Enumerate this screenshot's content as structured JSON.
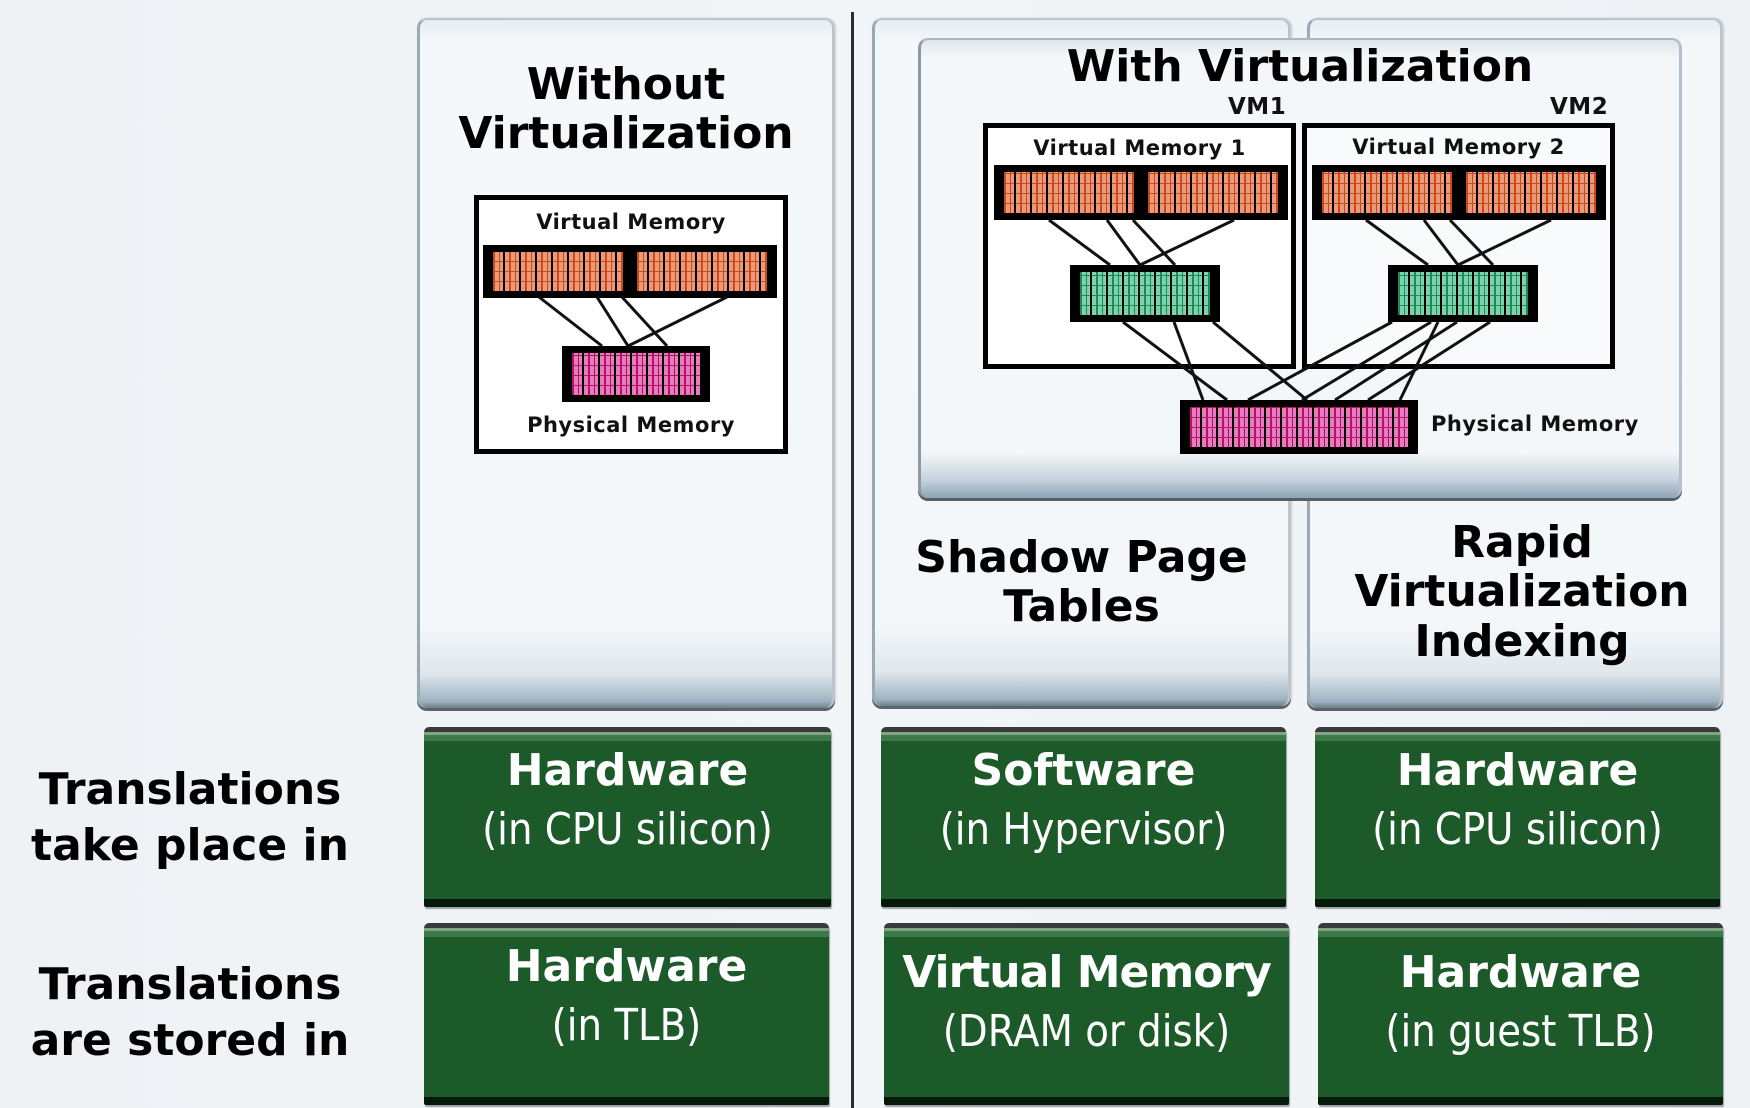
{
  "columns": {
    "without": {
      "title_line1": "Without",
      "title_line2": "Virtualization"
    },
    "with": {
      "title": "With Virtualization"
    },
    "shadow": {
      "title_line1": "Shadow Page",
      "title_line2": "Tables"
    },
    "rvi": {
      "title_line1": "Rapid",
      "title_line2": "Virtualization",
      "title_line3": "Indexing"
    }
  },
  "diagram_without": {
    "virtual_memory_label": "Virtual Memory",
    "physical_memory_label": "Physical Memory"
  },
  "diagram_with": {
    "vm1_label": "VM1",
    "vm2_label": "VM2",
    "virtual_memory_1_label": "Virtual Memory 1",
    "virtual_memory_2_label": "Virtual Memory 2",
    "physical_memory_label": "Physical Memory"
  },
  "rows": [
    {
      "label_line1": "Translations",
      "label_line2": "take place in",
      "cells": [
        {
          "title": "Hardware",
          "sub": "(in CPU silicon)"
        },
        {
          "title": "Software",
          "sub": "(in Hypervisor)"
        },
        {
          "title": "Hardware",
          "sub": "(in CPU silicon)"
        }
      ]
    },
    {
      "label_line1": "Translations",
      "label_line2": "are stored in",
      "cells": [
        {
          "title": "Hardware",
          "sub": "(in TLB)"
        },
        {
          "title": "Virtual Memory",
          "sub": "(DRAM or disk)"
        },
        {
          "title": "Hardware",
          "sub": "(in guest TLB)"
        }
      ]
    }
  ],
  "colors": {
    "green_box": "#1c5a2a",
    "virtual_memory": "#eb9978",
    "guest_physical": "#7fd0ad",
    "physical_memory": "#e57dba"
  }
}
